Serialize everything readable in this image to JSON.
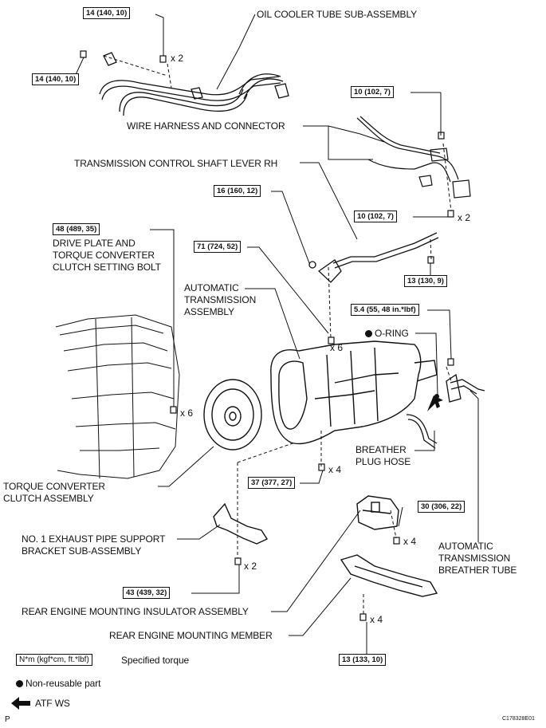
{
  "torque_specs": {
    "t1": "14 (140, 10)",
    "t2": "14 (140, 10)",
    "t3": "10 (102, 7)",
    "t4": "10 (102, 7)",
    "t5": "16 (160, 12)",
    "t6": "48 (489, 35)",
    "t7": "71 (724, 52)",
    "t8": "13 (130, 9)",
    "t9": "5.4 (55, 48 in.*lbf)",
    "t10": "37 (377, 27)",
    "t11": "30 (306, 22)",
    "t12": "43 (439, 32)",
    "t13": "13 (133, 10)"
  },
  "multipliers": {
    "m1": "x 2",
    "m2": "x 2",
    "m3": "x 6",
    "m4": "x 6",
    "m5": "x 4",
    "m6": "x 4",
    "m7": "x 2",
    "m8": "x 4"
  },
  "parts": {
    "oil_cooler": "OIL COOLER TUBE SUB-ASSEMBLY",
    "wire_harness": "WIRE HARNESS AND CONNECTOR",
    "control_lever": "TRANSMISSION CONTROL SHAFT LEVER RH",
    "drive_plate_1": "DRIVE PLATE AND",
    "drive_plate_2": "TORQUE CONVERTER",
    "drive_plate_3": "CLUTCH SETTING BOLT",
    "auto_trans_1": "AUTOMATIC",
    "auto_trans_2": "TRANSMISSION",
    "auto_trans_3": "ASSEMBLY",
    "o_ring": "O-RING",
    "breather_hose_1": "BREATHER",
    "breather_hose_2": "PLUG HOSE",
    "torque_converter_1": "TORQUE CONVERTER",
    "torque_converter_2": "CLUTCH ASSEMBLY",
    "exhaust_bracket_1": "NO. 1 EXHAUST PIPE SUPPORT",
    "exhaust_bracket_2": "BRACKET SUB-ASSEMBLY",
    "breather_tube_1": "AUTOMATIC",
    "breather_tube_2": "TRANSMISSION",
    "breather_tube_3": "BREATHER TUBE",
    "insulator": "REAR ENGINE MOUNTING INSULATOR ASSEMBLY",
    "mounting_member": "REAR ENGINE MOUNTING MEMBER"
  },
  "legend": {
    "torque_box": "N*m (kgf*cm, ft.*lbf)",
    "torque_text": "Specified torque",
    "nonreusable": "Non-reusable part",
    "atf": "ATF WS"
  },
  "corner_left": "P",
  "figure_id": "C178328E01"
}
